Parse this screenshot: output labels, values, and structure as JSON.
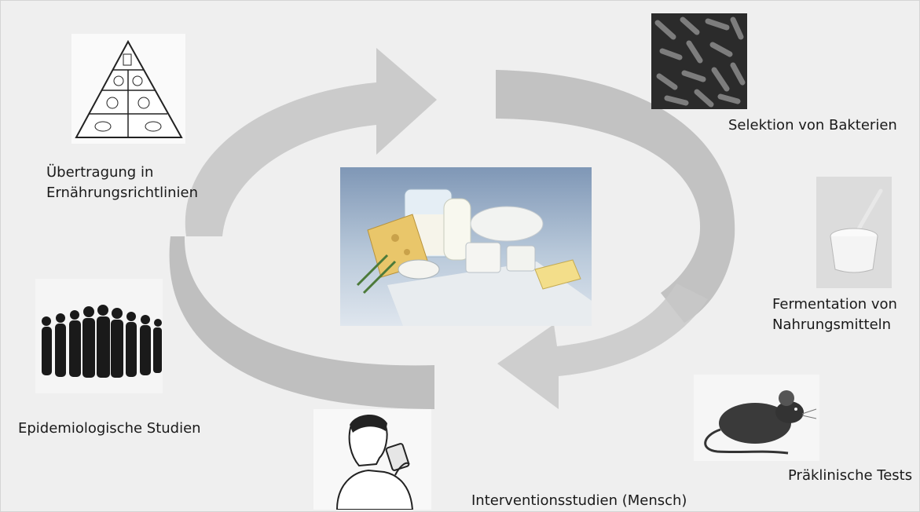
{
  "diagram": {
    "center_image": "dairy-products-photo",
    "steps": [
      {
        "id": "selektion",
        "lines": [
          "Selektion von Bakterien"
        ],
        "icon": "bacteria-micrograph-icon"
      },
      {
        "id": "fermentation",
        "lines": [
          "Fermentation von",
          "Nahrungsmitteln"
        ],
        "icon": "yogurt-cup-icon"
      },
      {
        "id": "praeklinisch",
        "lines": [
          "Präklinische Tests"
        ],
        "icon": "mouse-icon"
      },
      {
        "id": "intervention",
        "lines": [
          "Interventionsstudien (Mensch)"
        ],
        "icon": "person-drinking-icon"
      },
      {
        "id": "epidemiologie",
        "lines": [
          "Epidemiologische Studien"
        ],
        "icon": "crowd-silhouette-icon"
      },
      {
        "id": "uebertragung",
        "lines": [
          "Übertragung in",
          "Ernährungsrichtlinien"
        ],
        "icon": "food-pyramid-icon"
      }
    ],
    "colors": {
      "background": "#efefef",
      "arrow": "#c2c2c2",
      "text": "#1a1a1a"
    }
  }
}
